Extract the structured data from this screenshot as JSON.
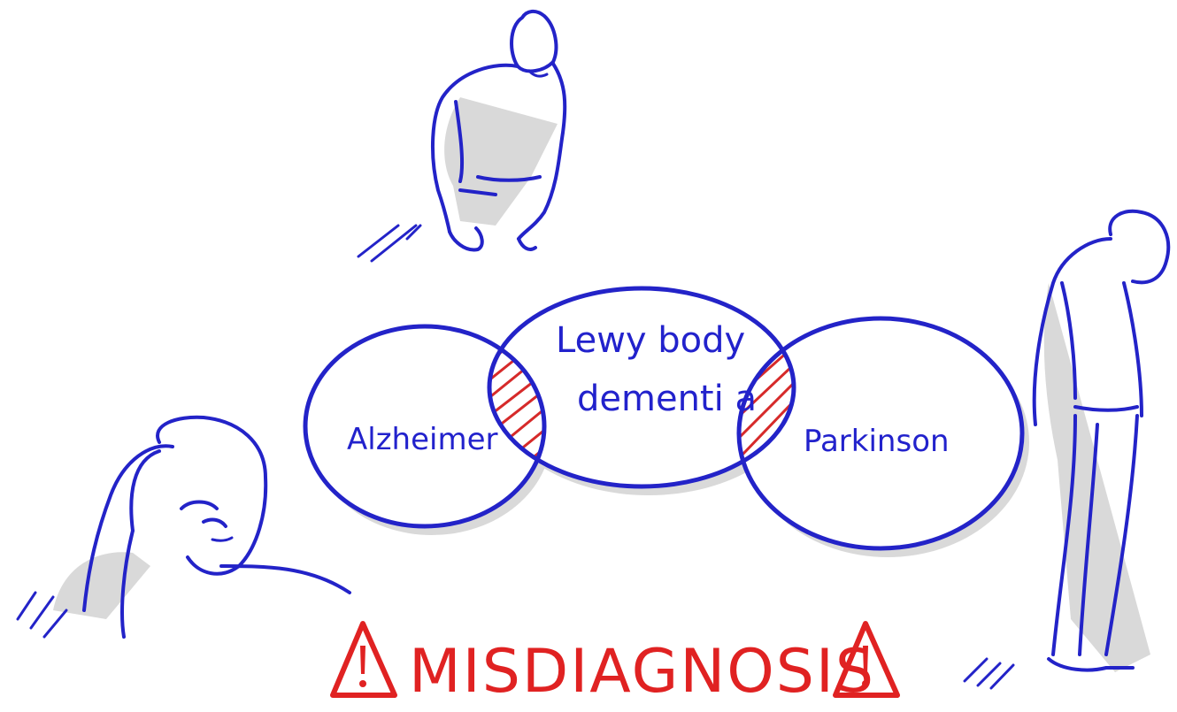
{
  "venn": {
    "left": "Alzheimer",
    "center_line1": "Lewy body",
    "center_line2": "dementi a",
    "right": "Parkinson"
  },
  "warning": {
    "text": "MISDIAGNOSIS",
    "icon_left": "warning-triangle-icon",
    "icon_right": "warning-triangle-icon"
  },
  "colors": {
    "ink": "#2323c8",
    "accent": "#e02222",
    "shadow": "#d9d9d9",
    "background": "#ffffff"
  }
}
